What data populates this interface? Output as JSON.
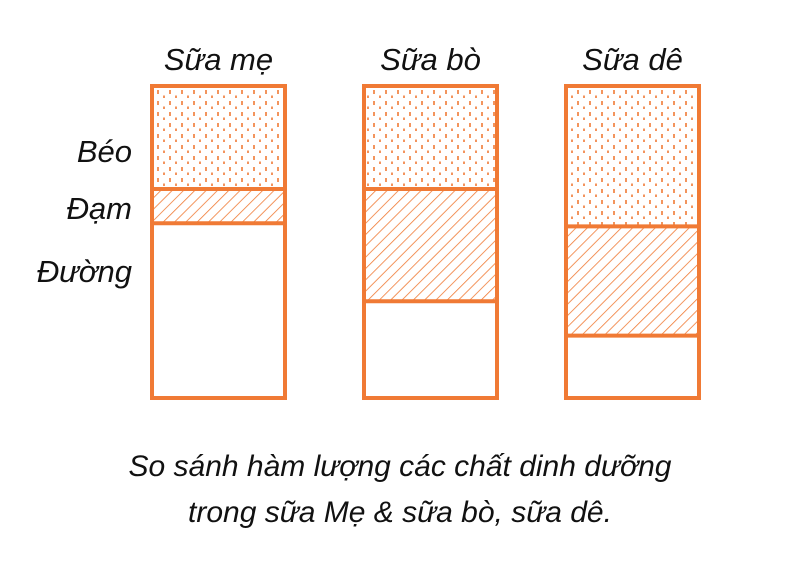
{
  "chart_data": {
    "type": "bar",
    "stacked": true,
    "categories": [
      "Sữa mẹ",
      "Sữa bò",
      "Sữa dê"
    ],
    "series": [
      {
        "name": "Béo",
        "values": [
          33,
          33,
          45
        ],
        "pattern": "dashed-dots"
      },
      {
        "name": "Đạm",
        "values": [
          11,
          36,
          35
        ],
        "pattern": "diagonal-hatch"
      },
      {
        "name": "Đường",
        "values": [
          56,
          31,
          20
        ],
        "pattern": "blank"
      }
    ],
    "ylim": [
      0,
      100
    ],
    "legend": "left",
    "grid": false,
    "caption_lines": [
      "So sánh hàm lượng các chất dinh dưỡng",
      "trong sữa Mẹ & sữa bò, sữa dê."
    ]
  },
  "colors": {
    "accent": "#f07a35",
    "text": "#111111",
    "background": "#ffffff"
  }
}
